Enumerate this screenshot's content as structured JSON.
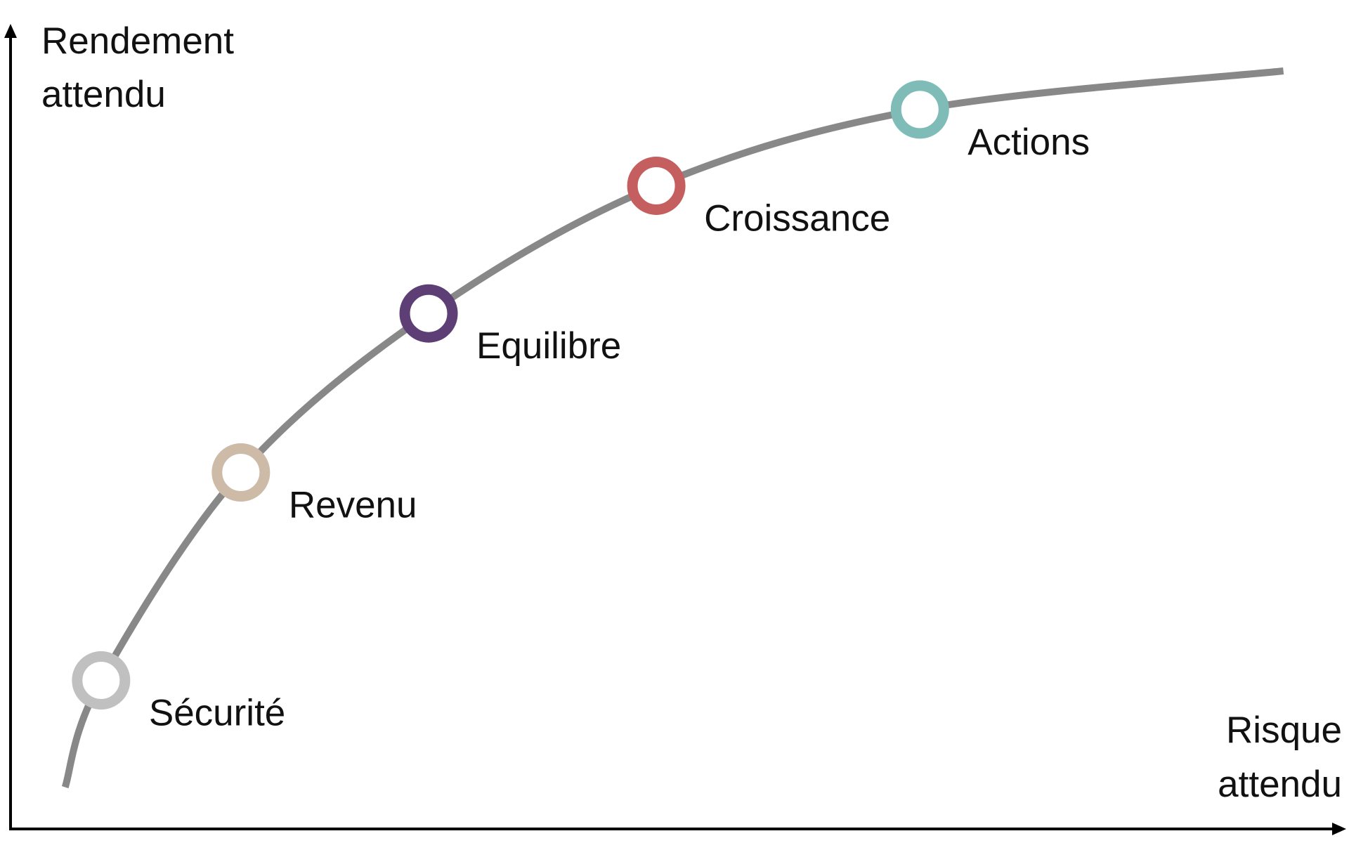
{
  "chart_data": {
    "type": "line",
    "title": "",
    "ylabel": [
      "Rendement",
      "attendu"
    ],
    "xlabel": [
      "Risque",
      "attendu"
    ],
    "xlim": [
      0,
      100
    ],
    "ylim": [
      0,
      100
    ],
    "grid": false,
    "curve": {
      "color": "#888888",
      "x": [
        4.1,
        6.8,
        17.3,
        31.4,
        48.5,
        68.3,
        95.6
      ],
      "y": [
        5.2,
        18.5,
        44.4,
        64.2,
        80.1,
        89.6,
        94.4
      ]
    },
    "points": [
      {
        "label": "Sécurité",
        "x": 6.8,
        "y": 18.5,
        "color": "#c0c0c0"
      },
      {
        "label": "Revenu",
        "x": 17.3,
        "y": 44.4,
        "color": "#cdbba8"
      },
      {
        "label": "Equilibre",
        "x": 31.4,
        "y": 64.2,
        "color": "#5e3f75"
      },
      {
        "label": "Croissance",
        "x": 48.5,
        "y": 80.1,
        "color": "#c55e5e"
      },
      {
        "label": "Actions",
        "x": 68.3,
        "y": 89.6,
        "color": "#7fbcb8"
      }
    ]
  }
}
